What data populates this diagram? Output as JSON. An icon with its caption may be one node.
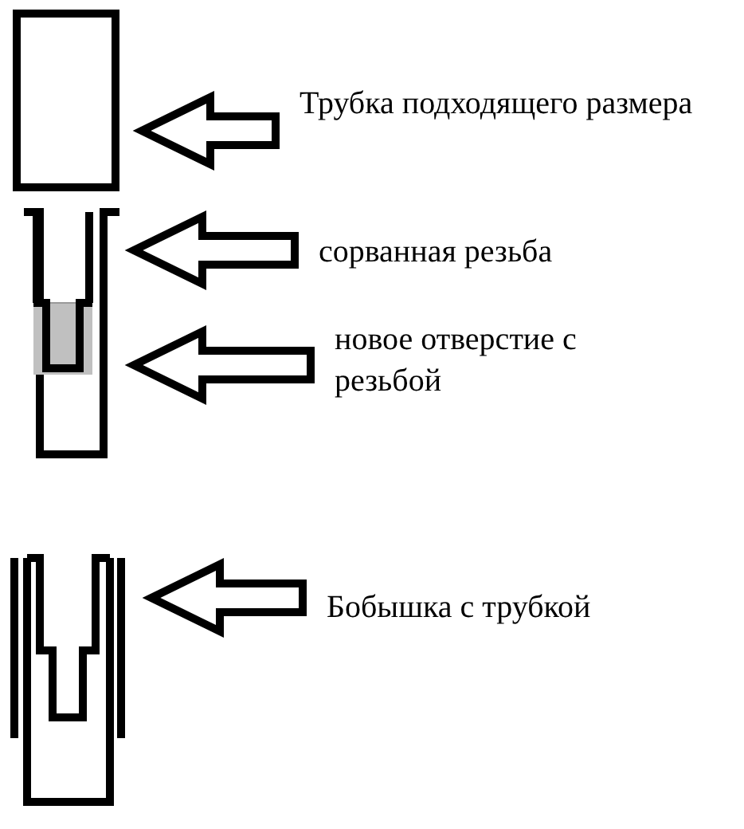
{
  "diagram": {
    "nodes": [
      {
        "text": [
          "Трубка подходящего размера"
        ]
      },
      {
        "text": [],
        "shape": "box"
      },
      {
        "text": [
          "сорванная резьба"
        ]
      },
      {
        "text": [
          "новое отверстие с резьбой"
        ]
      },
      {
        "text": [],
        "shape": "picture"
      },
      {
        "text": [
          "Бобышка с трубкой"
        ]
      },
      {
        "text": [],
        "shape": "picture"
      }
    ],
    "edges": [
      {
        "from": 0,
        "to": 1,
        "arrow": "to"
      },
      {
        "from": 2,
        "to": 4,
        "arrow": "to"
      },
      {
        "from": 3,
        "to": 4,
        "arrow": "to"
      },
      {
        "from": 5,
        "to": 6,
        "arrow": "to"
      }
    ]
  }
}
